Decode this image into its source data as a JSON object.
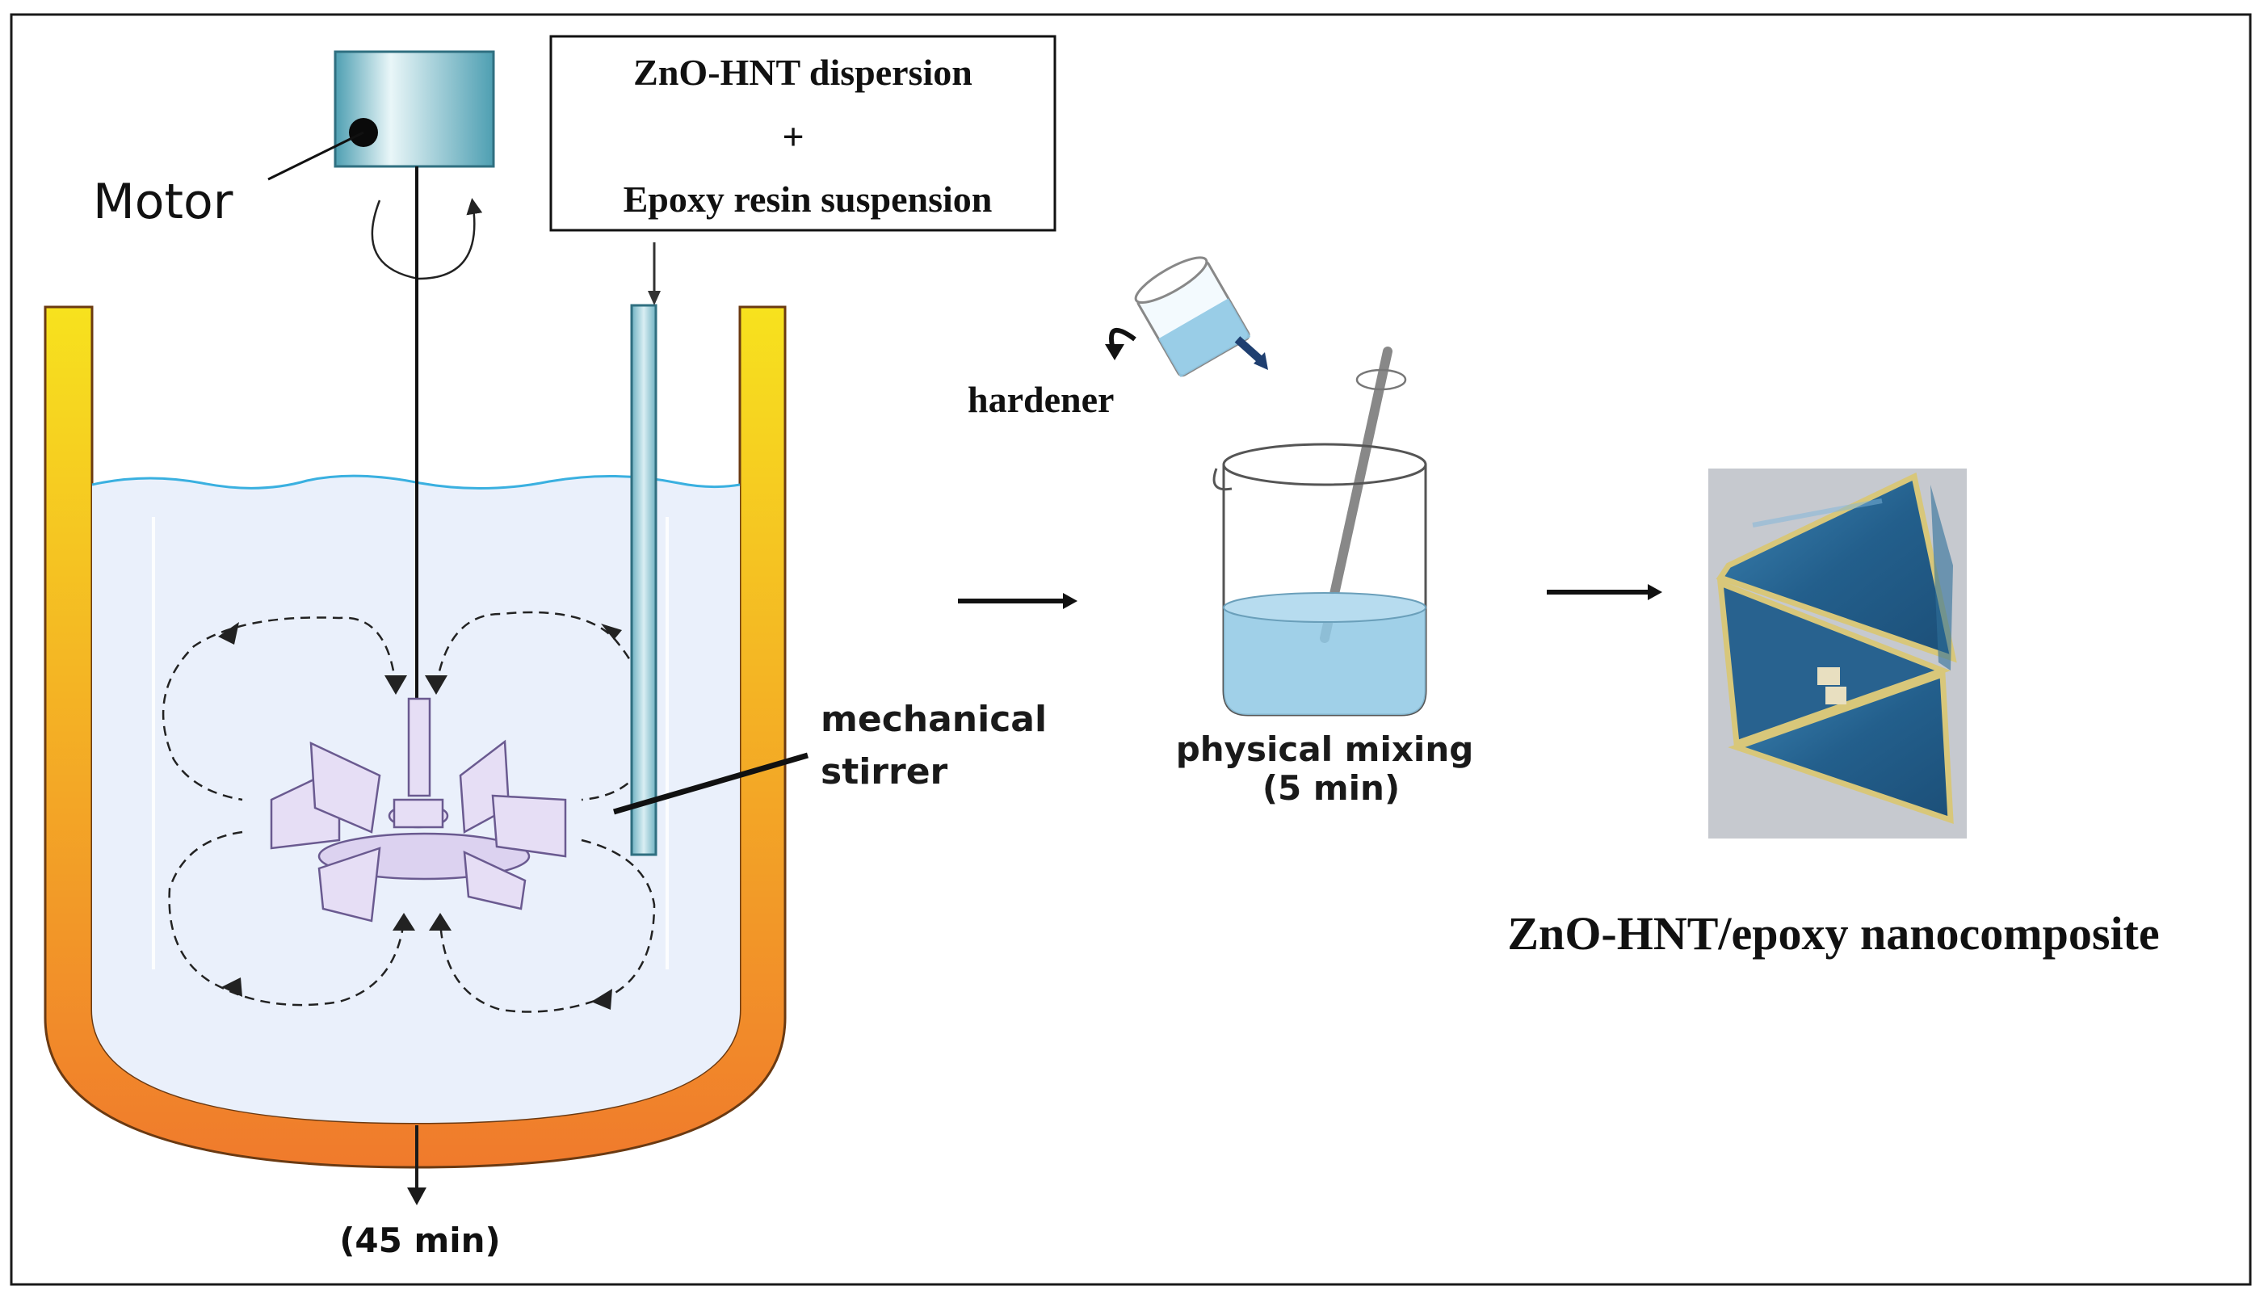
{
  "labels": {
    "motor": "Motor",
    "box_line1": "ZnO-HNT dispersion",
    "box_plus": "+",
    "box_line2": "Epoxy resin suspension",
    "hardener": "hardener",
    "mixing_line1": "physical mixing",
    "mixing_line2": "(5 min)",
    "stirrer_line1": "mechanical",
    "stirrer_line2": "stirrer",
    "duration": "(45 min)",
    "product": "ZnO-HNT/epoxy nanocomposite"
  },
  "colors": {
    "jacket_top": "#f7e21e",
    "jacket_bottom": "#f07a2c",
    "liquid": "#eaf0fb",
    "wave": "#3ab0e0",
    "motor": "#5aa8b8",
    "beaker_liquid": "#8fc8e4",
    "composite": "#2f6f9a",
    "frame": "#1a1a1a"
  }
}
